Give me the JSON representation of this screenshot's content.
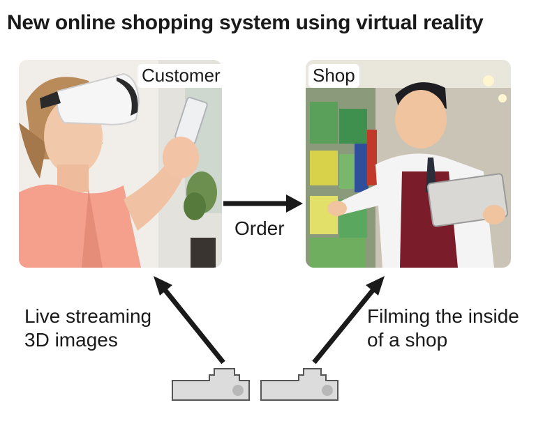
{
  "title": "New online shopping system using virtual reality",
  "customer": {
    "label": "Customer"
  },
  "shop": {
    "label": "Shop"
  },
  "order_label": "Order",
  "left_caption": {
    "line1": "Live streaming",
    "line2": "3D images"
  },
  "right_caption": {
    "line1": "Filming the inside",
    "line2": "of a shop"
  },
  "colors": {
    "arrow": "#1a1a1a",
    "camera_fill": "#dcdcdc",
    "camera_stroke": "#555555"
  }
}
